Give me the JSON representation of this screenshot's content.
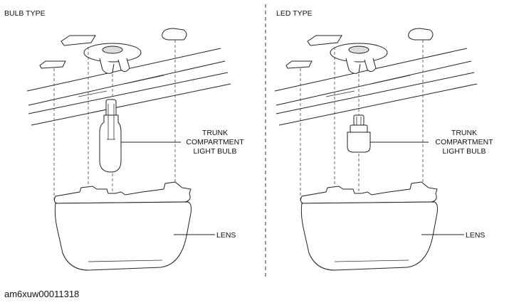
{
  "panels": {
    "bulb": {
      "title": "BULB TYPE",
      "bulb_label": [
        "TRUNK",
        "COMPARTMENT",
        "LIGHT BULB"
      ],
      "lens_label": "LENS"
    },
    "led": {
      "title": "LED TYPE",
      "bulb_label": [
        "TRUNK",
        "COMPARTMENT",
        "LIGHT BULB"
      ],
      "lens_label": "LENS"
    }
  },
  "figure_code": "am6xuw00011318",
  "colors": {
    "line": "#222222",
    "background": "#ffffff"
  }
}
